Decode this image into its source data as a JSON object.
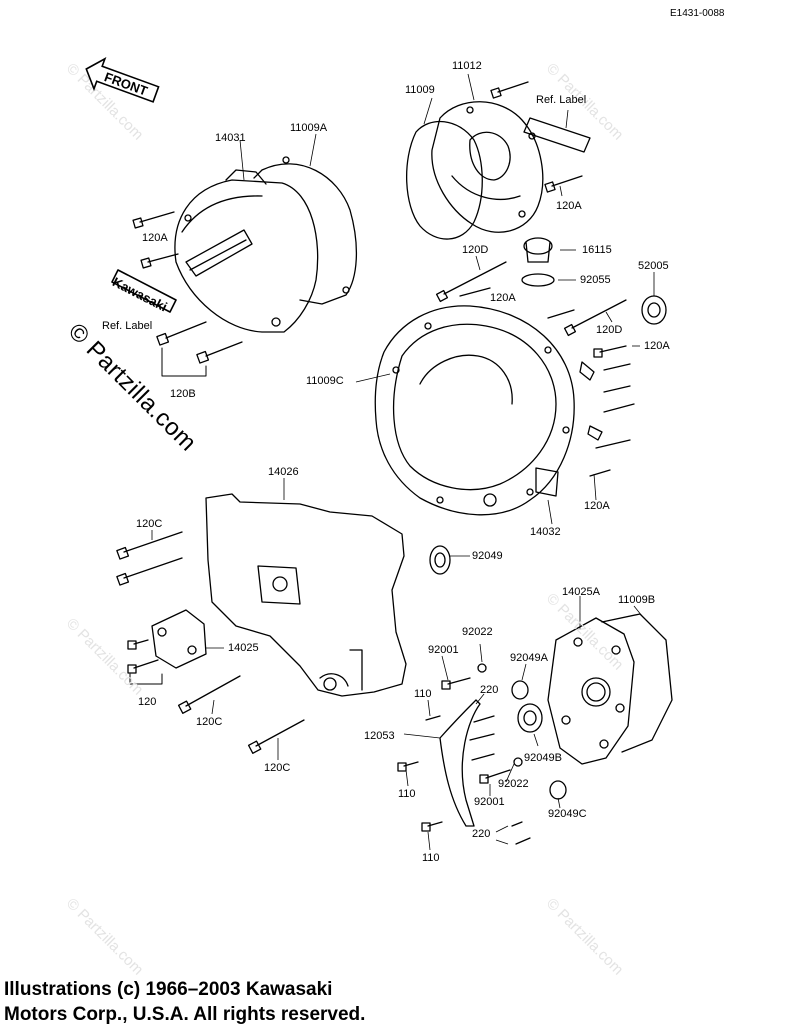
{
  "drawing_id": "E1431-0088",
  "front_label": "FRONT",
  "watermarks": {
    "primary": "© Partzilla.com",
    "small": "© Partzilla.com"
  },
  "parts": {
    "p14031": "14031",
    "p11009A": "11009A",
    "p11012": "11012",
    "p11009": "11009",
    "ref_label_top": "Ref.  Label",
    "p120A_top": "120A",
    "p120A_left": "120A",
    "kawasaki_badge": "Kawasaki",
    "ref_label_left": "Ref.  Label",
    "p120B": "120B",
    "p16115": "16115",
    "p120D_top": "120D",
    "p92055": "92055",
    "p120A_mid": "120A",
    "p52005": "52005",
    "p120D_right": "120D",
    "p120A_right": "120A",
    "p11009C": "11009C",
    "p120A_lower": "120A",
    "p14032": "14032",
    "p14026": "14026",
    "p92049": "92049",
    "p120C_top": "120C",
    "p14025": "14025",
    "p120": "120",
    "p120C_mid": "120C",
    "p120C_bottom": "120C",
    "p14025A": "14025A",
    "p11009B": "11009B",
    "p92022_top": "92022",
    "p92001_top": "92001",
    "p92049A": "92049A",
    "p110_top": "110",
    "p220_top": "220",
    "p12053": "12053",
    "p92049B": "92049B",
    "p92022_bottom": "92022",
    "p110_mid": "110",
    "p92001_bottom": "92001",
    "p92049C": "92049C",
    "p220_bottom": "220",
    "p110_bottom": "110"
  },
  "copyright": {
    "line1": "Illustrations (c) 1966–2003 Kawasaki",
    "line2": "Motors Corp., U.S.A.  All rights reserved."
  }
}
